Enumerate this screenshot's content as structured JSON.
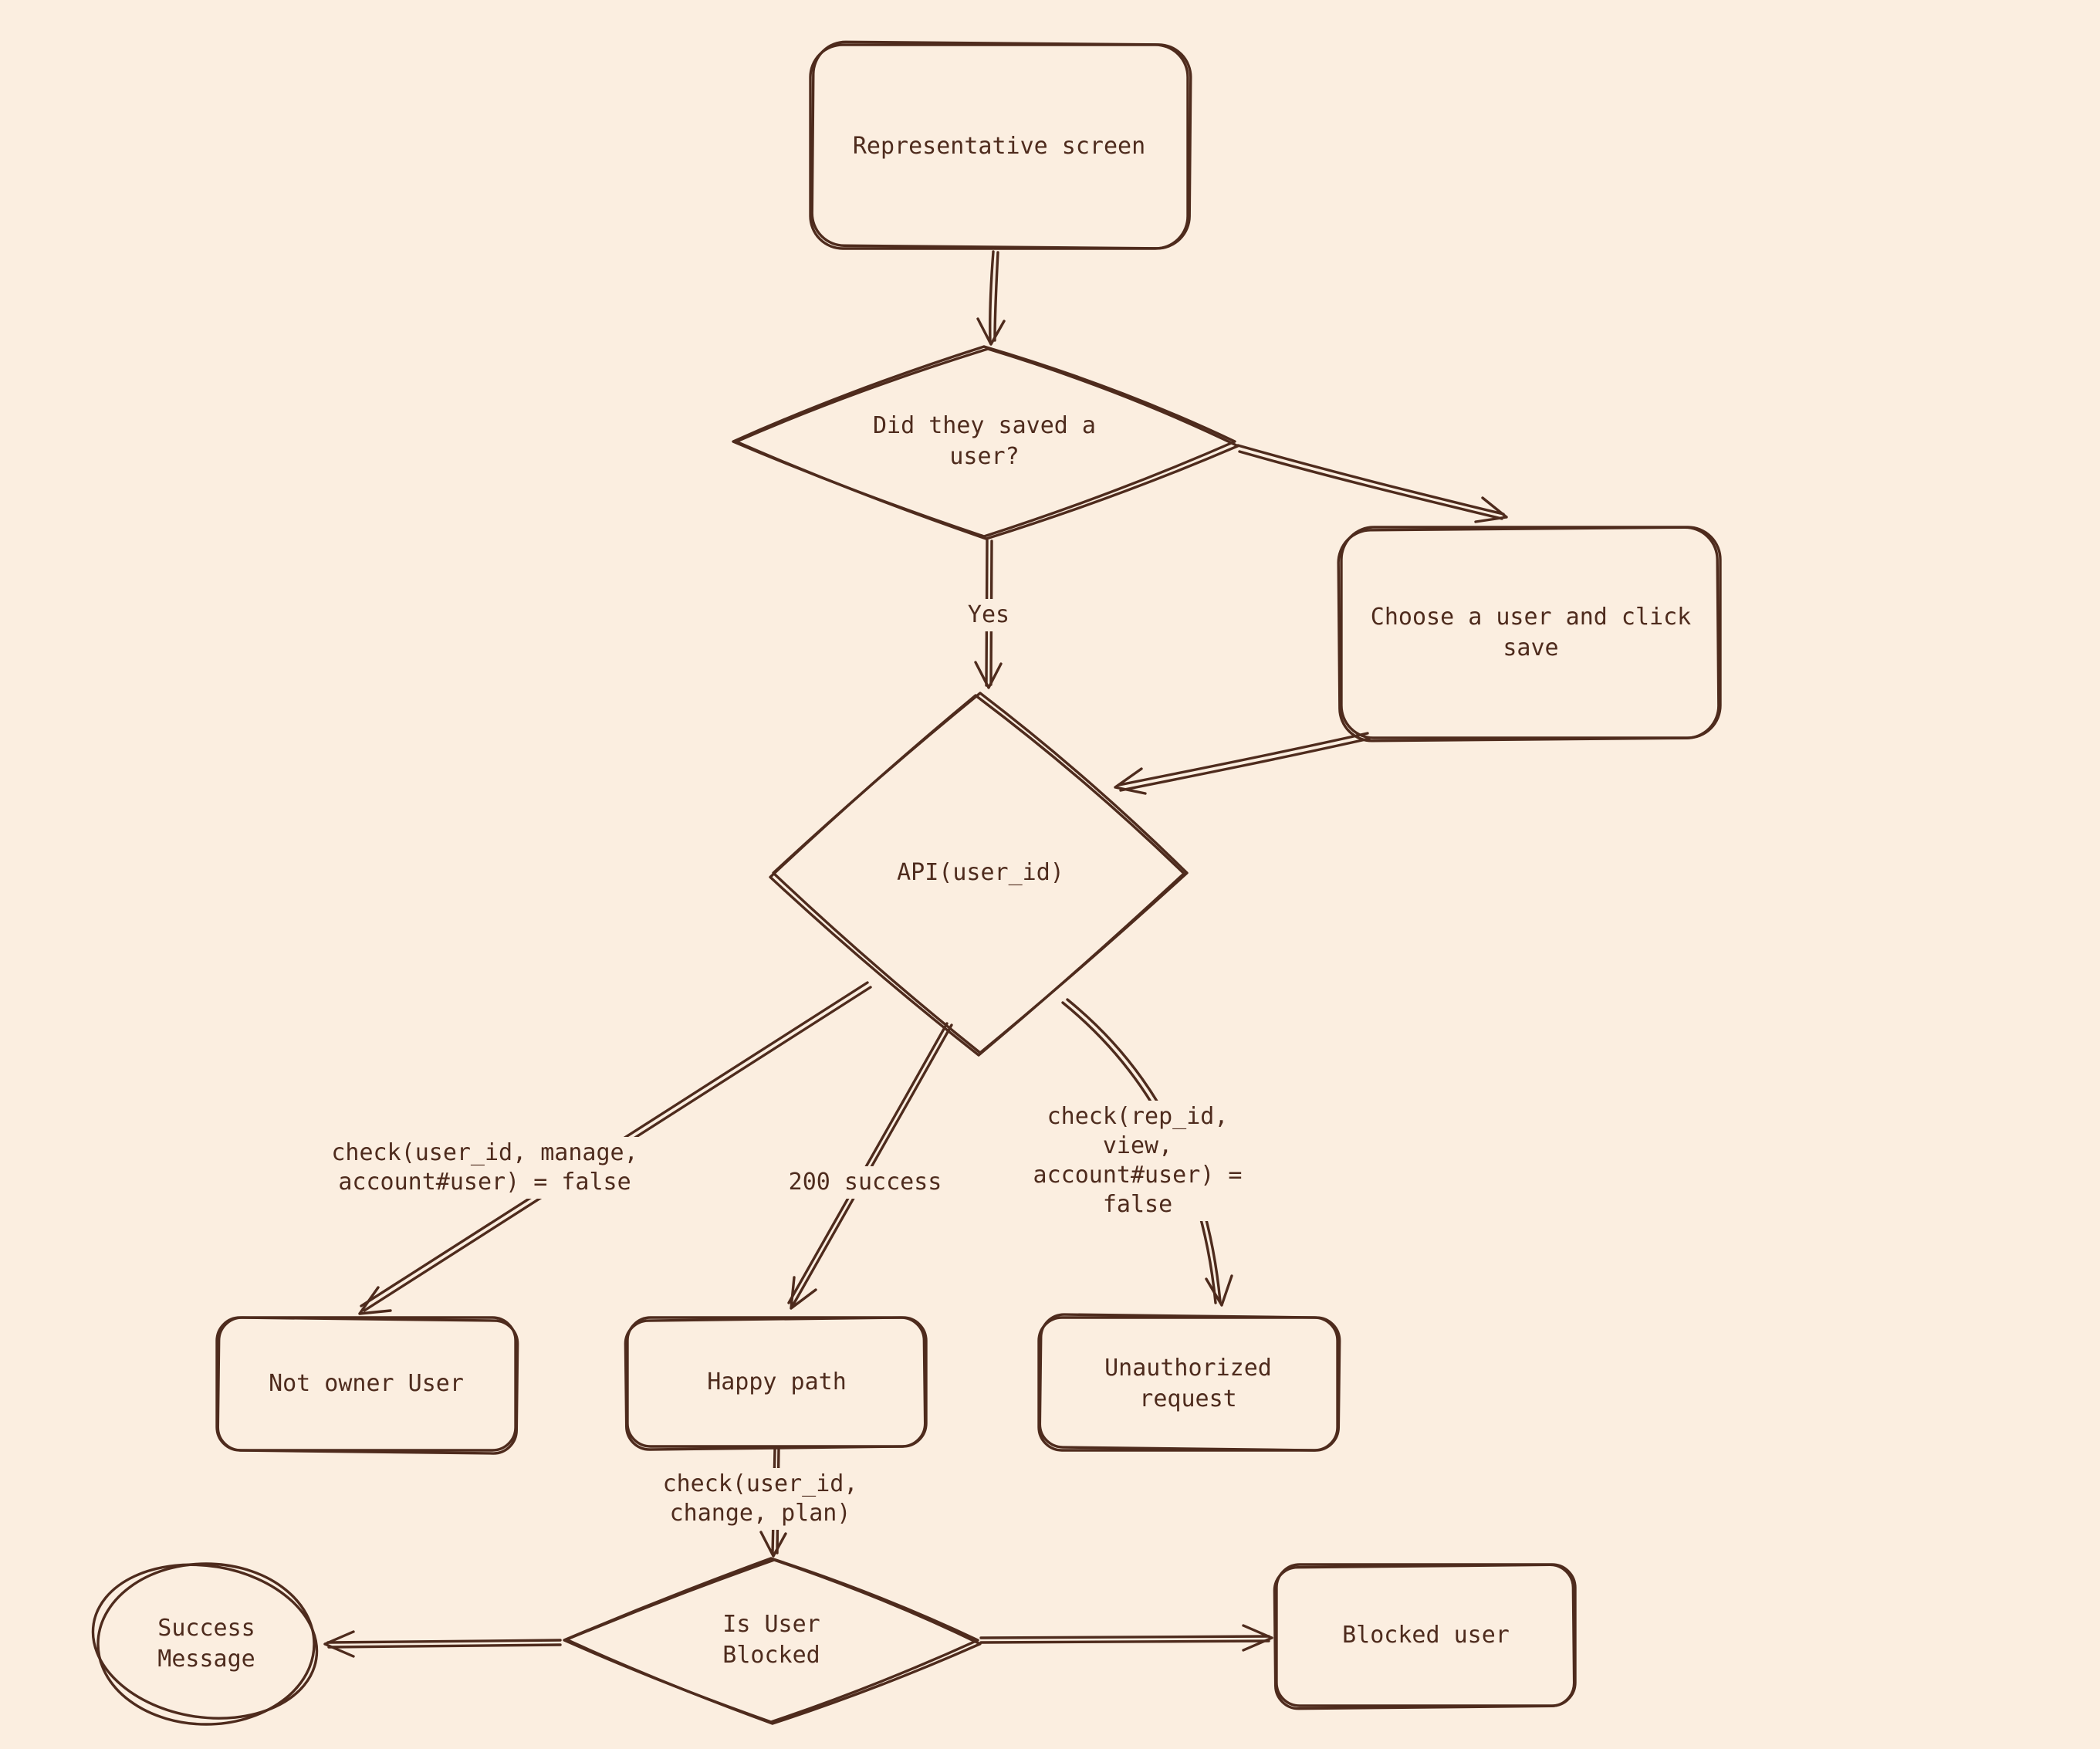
{
  "diagram": {
    "type": "flowchart",
    "colors": {
      "background": "#fbeee0",
      "ink": "#4e2b1d"
    },
    "nodes": {
      "representative_screen": "Representative screen",
      "did_they_save": "Did they saved a\nuser?",
      "choose_user": "Choose a user and click\nsave",
      "api_user_id": "API(user_id)",
      "not_owner_user": "Not owner User",
      "happy_path": "Happy path",
      "unauthorized_request": "Unauthorized\nrequest",
      "is_user_blocked": "Is User\nBlocked",
      "success_message": "Success\nMessage",
      "blocked_user": "Blocked user"
    },
    "edges": {
      "yes": "Yes",
      "check_manage": "check(user_id, manage,\naccount#user) = false",
      "success_200": "200 success",
      "check_view": "check(rep_id,\nview,\naccount#user) =\nfalse",
      "check_change": "check(user_id,\nchange, plan)"
    }
  }
}
